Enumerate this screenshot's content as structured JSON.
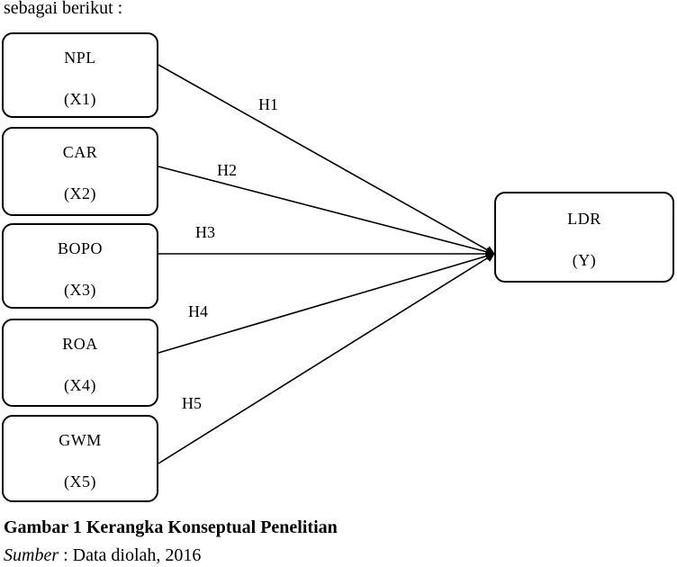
{
  "intro_text": "sebagai berikut :",
  "independent_variables": [
    {
      "name": "NPL",
      "code": "(X1)"
    },
    {
      "name": "CAR",
      "code": "(X2)"
    },
    {
      "name": "BOPO",
      "code": "(X3)"
    },
    {
      "name": "ROA",
      "code": "(X4)"
    },
    {
      "name": "GWM",
      "code": "(X5)"
    }
  ],
  "dependent_variable": {
    "name": "LDR",
    "code": "(Y)"
  },
  "hypotheses": [
    "H1",
    "H2",
    "H3",
    "H4",
    "H5"
  ],
  "caption": "Gambar 1  Kerangka Konseptual Penelitian",
  "source": {
    "label": "Sumber",
    "text": " : Data diolah, 2016"
  }
}
